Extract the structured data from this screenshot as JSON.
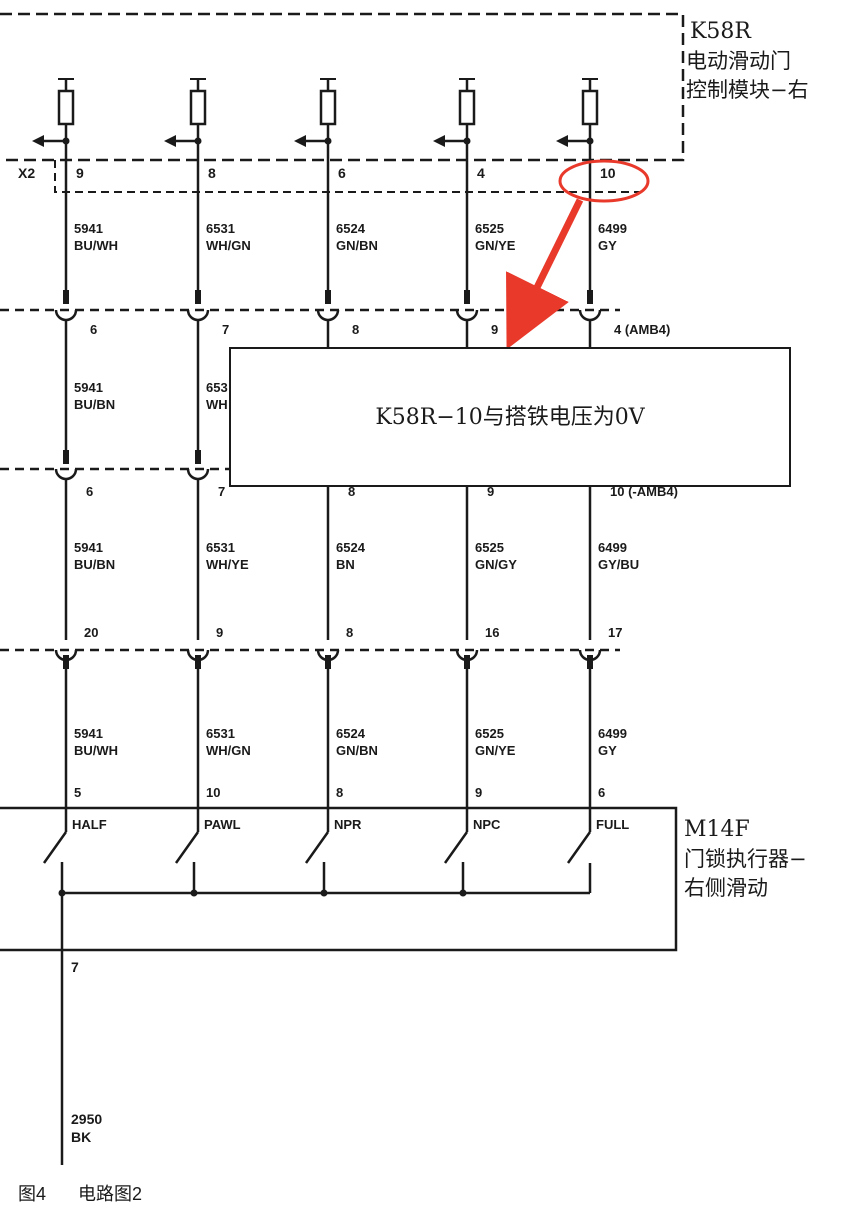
{
  "module_k58r": {
    "code": "K58R",
    "desc_line1": "电动滑动门",
    "desc_line2": "控制模块−右",
    "connector_label": "X2"
  },
  "module_m14f": {
    "code": "M14F",
    "desc_line1": "门锁执行器−",
    "desc_line2": "右侧滑动"
  },
  "columns": [
    {
      "k58r_pin": "9",
      "wire1_num": "5941",
      "wire1_color": "BU/WH",
      "conn1_pin": "6",
      "wire2_num": "5941",
      "wire2_color": "BU/BN",
      "conn2_pin": "6",
      "wire3_num": "5941",
      "wire3_color": "BU/BN",
      "conn3_pin": "20",
      "wire4_num": "5941",
      "wire4_color": "BU/WH",
      "m14f_pin": "5",
      "switch_label": "HALF"
    },
    {
      "k58r_pin": "8",
      "wire1_num": "6531",
      "wire1_color": "WH/GN",
      "conn1_pin": "7",
      "wire2_num": "653",
      "wire2_color": "WH",
      "conn2_pin": "7",
      "wire3_num": "6531",
      "wire3_color": "WH/YE",
      "conn3_pin": "9",
      "wire4_num": "6531",
      "wire4_color": "WH/GN",
      "m14f_pin": "10",
      "switch_label": "PAWL"
    },
    {
      "k58r_pin": "6",
      "wire1_num": "6524",
      "wire1_color": "GN/BN",
      "conn1_pin": "8",
      "wire2_num": "",
      "wire2_color": "",
      "conn2_pin": "8",
      "wire3_num": "6524",
      "wire3_color": "BN",
      "conn3_pin": "8",
      "wire4_num": "6524",
      "wire4_color": "GN/BN",
      "m14f_pin": "8",
      "switch_label": "NPR"
    },
    {
      "k58r_pin": "4",
      "wire1_num": "6525",
      "wire1_color": "GN/YE",
      "conn1_pin": "9",
      "wire2_num": "",
      "wire2_color": "",
      "conn2_pin": "9",
      "wire3_num": "6525",
      "wire3_color": "GN/GY",
      "conn3_pin": "16",
      "wire4_num": "6525",
      "wire4_color": "GN/YE",
      "m14f_pin": "9",
      "switch_label": "NPC"
    },
    {
      "k58r_pin": "10",
      "wire1_num": "6499",
      "wire1_color": "GY",
      "conn1_pin": "4 (AMB4)",
      "wire2_num": "",
      "wire2_color": "",
      "conn2_pin": "10 (-AMB4)",
      "wire3_num": "6499",
      "wire3_color": "GY/BU",
      "conn3_pin": "17",
      "wire4_num": "6499",
      "wire4_color": "GY",
      "m14f_pin": "6",
      "switch_label": "FULL"
    }
  ],
  "ground": {
    "pin": "7",
    "wire_num": "2950",
    "wire_color": "BK"
  },
  "annotation": {
    "text": "K58R−10与搭铁电压为0V"
  },
  "caption": {
    "figure": "图4",
    "title": "电路图2"
  },
  "colors": {
    "line": "#1a1a1a",
    "highlight": "#e8392b"
  }
}
